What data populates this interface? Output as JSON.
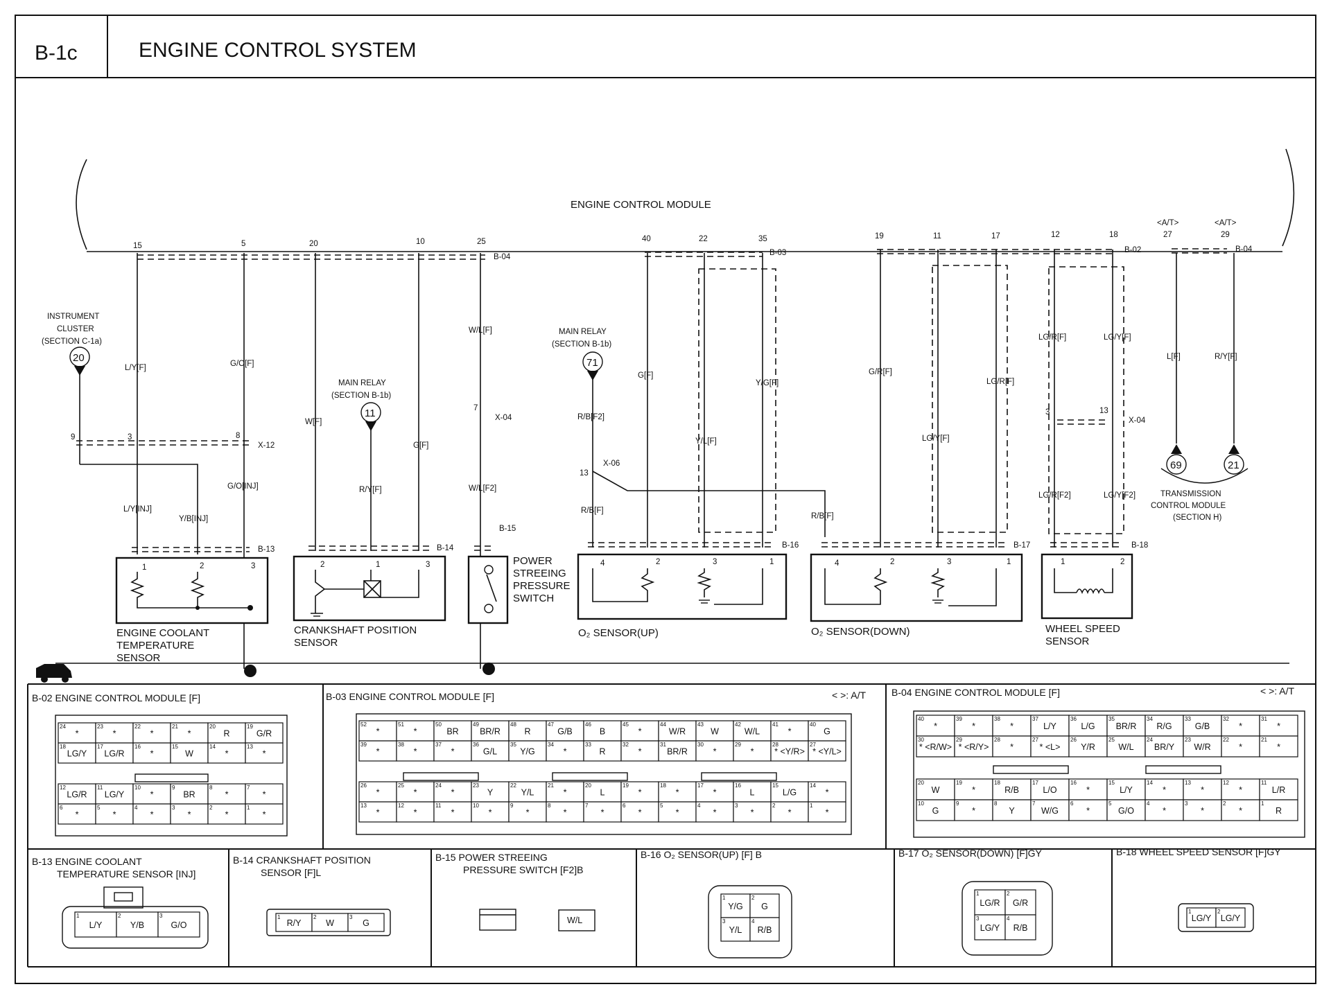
{
  "header": {
    "code": "B-1c",
    "title": "ENGINE CONTROL SYSTEM"
  },
  "ecm": {
    "label": "ENGINE CONTROL MODULE",
    "pins": [
      "15",
      "5",
      "20",
      "10",
      "25",
      "40",
      "22",
      "35",
      "19",
      "11",
      "17",
      "12",
      "18",
      "27",
      "29"
    ],
    "at_tags": [
      "<A/T>",
      "<A/T>"
    ],
    "connectors": [
      "B-04",
      "B-03",
      "B-02",
      "B-04"
    ]
  },
  "wires": {
    "w15": "L/Y[F]",
    "w5": "G/O[F]",
    "w20": "W[F]",
    "w10": "G[F]",
    "w25": "W/L[F]",
    "w25b": "W/L[F2]",
    "mr11": "R/Y[F]",
    "mr71": "R/B[F2]",
    "w71b": "R/B[F]",
    "w40": "G[F]",
    "w22": "Y/L[F]",
    "w35": "Y/G[F]",
    "w19": "G/R[F]",
    "w11": "LG/Y[F]",
    "w17": "LG/R[F]",
    "w12": "LG/R[F]",
    "w18": "LG/Y[F]",
    "w12b": "LG/R[F2]",
    "w18b": "LG/Y[F2]",
    "w27": "L[F]",
    "w29": "R/Y[F]",
    "inj1": "L/Y[INJ]",
    "inj2": "Y/B[INJ]",
    "inj3": "G/O[INJ]",
    "rb_f": "R/B[F]"
  },
  "splices": {
    "x12": "X-12",
    "x04a": "X-04",
    "x06": "X-06",
    "x04b": "X-04",
    "x12_pins": [
      "9",
      "3",
      "8"
    ],
    "x04a_pin": "7",
    "x06_pin": "13",
    "x04b_pins": [
      "3",
      "13"
    ]
  },
  "refs": {
    "ic_label": [
      "INSTRUMENT",
      "CLUSTER",
      "(SECTION C-1a)"
    ],
    "ic_num": "20",
    "mr1_label": [
      "MAIN RELAY",
      "(SECTION B-1b)"
    ],
    "mr1_num": "11",
    "mr2_label": [
      "MAIN RELAY",
      "(SECTION B-1b)"
    ],
    "mr2_num": "71",
    "tcm_nums": [
      "69",
      "21"
    ],
    "tcm_label": [
      "TRANSMISSION",
      "CONTROL MODULE",
      "(SECTION H)"
    ]
  },
  "components": {
    "ect": {
      "conn": "B-13",
      "pins": [
        "1",
        "2",
        "3"
      ],
      "label": [
        "ENGINE COOLANT",
        "TEMPERATURE",
        "SENSOR"
      ]
    },
    "ckp": {
      "conn": "B-14",
      "pins": [
        "2",
        "1",
        "3"
      ],
      "label": [
        "CRANKSHAFT POSITION",
        "SENSOR"
      ]
    },
    "psp": {
      "conn": "B-15",
      "label": [
        "POWER",
        "STREEING",
        "PRESSURE",
        "SWITCH"
      ]
    },
    "o2up": {
      "conn": "B-16",
      "pins": [
        "4",
        "2",
        "3",
        "1"
      ],
      "label": "O₂ SENSOR(UP)"
    },
    "o2dn": {
      "conn": "B-17",
      "pins": [
        "4",
        "2",
        "3",
        "1"
      ],
      "label": "O₂ SENSOR(DOWN)"
    },
    "wss": {
      "conn": "B-18",
      "pins": [
        "1",
        "2"
      ],
      "label": [
        "WHEEL SPEED",
        "SENSOR"
      ]
    }
  },
  "views": {
    "b02": {
      "title": "B-02 ENGINE CONTROL MODULE [F]",
      "rows": [
        [
          [
            "24",
            "*"
          ],
          [
            "23",
            "*"
          ],
          [
            "22",
            "*"
          ],
          [
            "21",
            "*"
          ],
          [
            "20",
            "R"
          ],
          [
            "19",
            "G/R"
          ]
        ],
        [
          [
            "18",
            "LG/Y"
          ],
          [
            "17",
            "LG/R"
          ],
          [
            "16",
            "*"
          ],
          [
            "15",
            "W"
          ],
          [
            "14",
            "*"
          ],
          [
            "13",
            "*"
          ]
        ],
        [
          [
            "12",
            "LG/R"
          ],
          [
            "11",
            "LG/Y"
          ],
          [
            "10",
            "*"
          ],
          [
            "9",
            "BR"
          ],
          [
            "8",
            "*"
          ],
          [
            "7",
            "*"
          ]
        ],
        [
          [
            "6",
            "*"
          ],
          [
            "5",
            "*"
          ],
          [
            "4",
            "*"
          ],
          [
            "3",
            "*"
          ],
          [
            "2",
            "*"
          ],
          [
            "1",
            "*"
          ]
        ]
      ]
    },
    "b03": {
      "title": "B-03 ENGINE CONTROL MODULE [F]",
      "note": "< >: A/T",
      "rows": [
        [
          [
            "52",
            "*"
          ],
          [
            "51",
            "*"
          ],
          [
            "50",
            "BR"
          ],
          [
            "49",
            "BR/R"
          ],
          [
            "48",
            "R"
          ],
          [
            "47",
            "G/B"
          ],
          [
            "46",
            "B"
          ],
          [
            "45",
            "*"
          ],
          [
            "44",
            "W/R"
          ],
          [
            "43",
            "W"
          ],
          [
            "42",
            "W/L"
          ],
          [
            "41",
            "*"
          ],
          [
            "40",
            "G"
          ]
        ],
        [
          [
            "39",
            "*"
          ],
          [
            "38",
            "*"
          ],
          [
            "37",
            "*"
          ],
          [
            "36",
            "G/L"
          ],
          [
            "35",
            "Y/G"
          ],
          [
            "34",
            "*"
          ],
          [
            "33",
            "R"
          ],
          [
            "32",
            "*"
          ],
          [
            "31",
            "BR/R"
          ],
          [
            "30",
            "*"
          ],
          [
            "29",
            "*"
          ],
          [
            "28",
            "* <Y/R>"
          ],
          [
            "27",
            "* <Y/L>"
          ]
        ],
        [
          [
            "26",
            "*"
          ],
          [
            "25",
            "*"
          ],
          [
            "24",
            "*"
          ],
          [
            "23",
            "Y"
          ],
          [
            "22",
            "Y/L"
          ],
          [
            "21",
            "*"
          ],
          [
            "20",
            "L"
          ],
          [
            "19",
            "*"
          ],
          [
            "18",
            "*"
          ],
          [
            "17",
            "*"
          ],
          [
            "16",
            "L"
          ],
          [
            "15",
            "L/G"
          ],
          [
            "14",
            "*"
          ]
        ],
        [
          [
            "13",
            "*"
          ],
          [
            "12",
            "*"
          ],
          [
            "11",
            "*"
          ],
          [
            "10",
            "*"
          ],
          [
            "9",
            "*"
          ],
          [
            "8",
            "*"
          ],
          [
            "7",
            "*"
          ],
          [
            "6",
            "*"
          ],
          [
            "5",
            "*"
          ],
          [
            "4",
            "*"
          ],
          [
            "3",
            "*"
          ],
          [
            "2",
            "*"
          ],
          [
            "1",
            "*"
          ]
        ]
      ]
    },
    "b04": {
      "title": "B-04 ENGINE CONTROL MODULE [F]",
      "note": "< >: A/T",
      "rows": [
        [
          [
            "40",
            "*"
          ],
          [
            "39",
            "*"
          ],
          [
            "38",
            "*"
          ],
          [
            "37",
            "L/Y"
          ],
          [
            "36",
            "L/G"
          ],
          [
            "35",
            "BR/R"
          ],
          [
            "34",
            "R/G"
          ],
          [
            "33",
            "G/B"
          ],
          [
            "32",
            "*"
          ],
          [
            "31",
            "*"
          ]
        ],
        [
          [
            "30",
            "* <R/W>"
          ],
          [
            "29",
            "* <R/Y>"
          ],
          [
            "28",
            "*"
          ],
          [
            "27",
            "* <L>"
          ],
          [
            "26",
            "Y/R"
          ],
          [
            "25",
            "W/L"
          ],
          [
            "24",
            "BR/Y"
          ],
          [
            "23",
            "W/R"
          ],
          [
            "22",
            "*"
          ],
          [
            "21",
            "*"
          ]
        ],
        [
          [
            "20",
            "W"
          ],
          [
            "19",
            "*"
          ],
          [
            "18",
            "R/B"
          ],
          [
            "17",
            "L/O"
          ],
          [
            "16",
            "*"
          ],
          [
            "15",
            "L/Y"
          ],
          [
            "14",
            "*"
          ],
          [
            "13",
            "*"
          ],
          [
            "12",
            "*"
          ],
          [
            "11",
            "L/R"
          ]
        ],
        [
          [
            "10",
            "G"
          ],
          [
            "9",
            "*"
          ],
          [
            "8",
            "Y"
          ],
          [
            "7",
            "W/G"
          ],
          [
            "6",
            "*"
          ],
          [
            "5",
            "G/O"
          ],
          [
            "4",
            "*"
          ],
          [
            "3",
            "*"
          ],
          [
            "2",
            "*"
          ],
          [
            "1",
            "R"
          ]
        ]
      ]
    },
    "b13": {
      "title": [
        "B-13 ENGINE COOLANT",
        "TEMPERATURE SENSOR [INJ]"
      ],
      "cells": [
        [
          "1",
          "L/Y"
        ],
        [
          "2",
          "Y/B"
        ],
        [
          "3",
          "G/O"
        ]
      ]
    },
    "b14": {
      "title": [
        "B-14 CRANKSHAFT POSITION",
        "SENSOR [F]L"
      ],
      "cells": [
        [
          "1",
          "R/Y"
        ],
        [
          "2",
          "W"
        ],
        [
          "3",
          "G"
        ]
      ]
    },
    "b15": {
      "title": [
        "B-15 POWER STREEING",
        "PRESSURE SWITCH [F2]B"
      ],
      "cell": "W/L"
    },
    "b16": {
      "title": "B-16 O₂ SENSOR(UP) [F] B",
      "cells": [
        [
          "1",
          "Y/G"
        ],
        [
          "2",
          "G"
        ],
        [
          "3",
          "Y/L"
        ],
        [
          "4",
          "R/B"
        ]
      ]
    },
    "b17": {
      "title": "B-17 O₂ SENSOR(DOWN) [F]GY",
      "cells": [
        [
          "1",
          "LG/R"
        ],
        [
          "2",
          "G/R"
        ],
        [
          "3",
          "LG/Y"
        ],
        [
          "4",
          "R/B"
        ]
      ]
    },
    "b18": {
      "title": "B-18 WHEEL SPEED SENSOR [F]GY",
      "cells": [
        [
          "1",
          "LG/Y"
        ],
        [
          "2",
          "LG/Y"
        ]
      ]
    }
  }
}
